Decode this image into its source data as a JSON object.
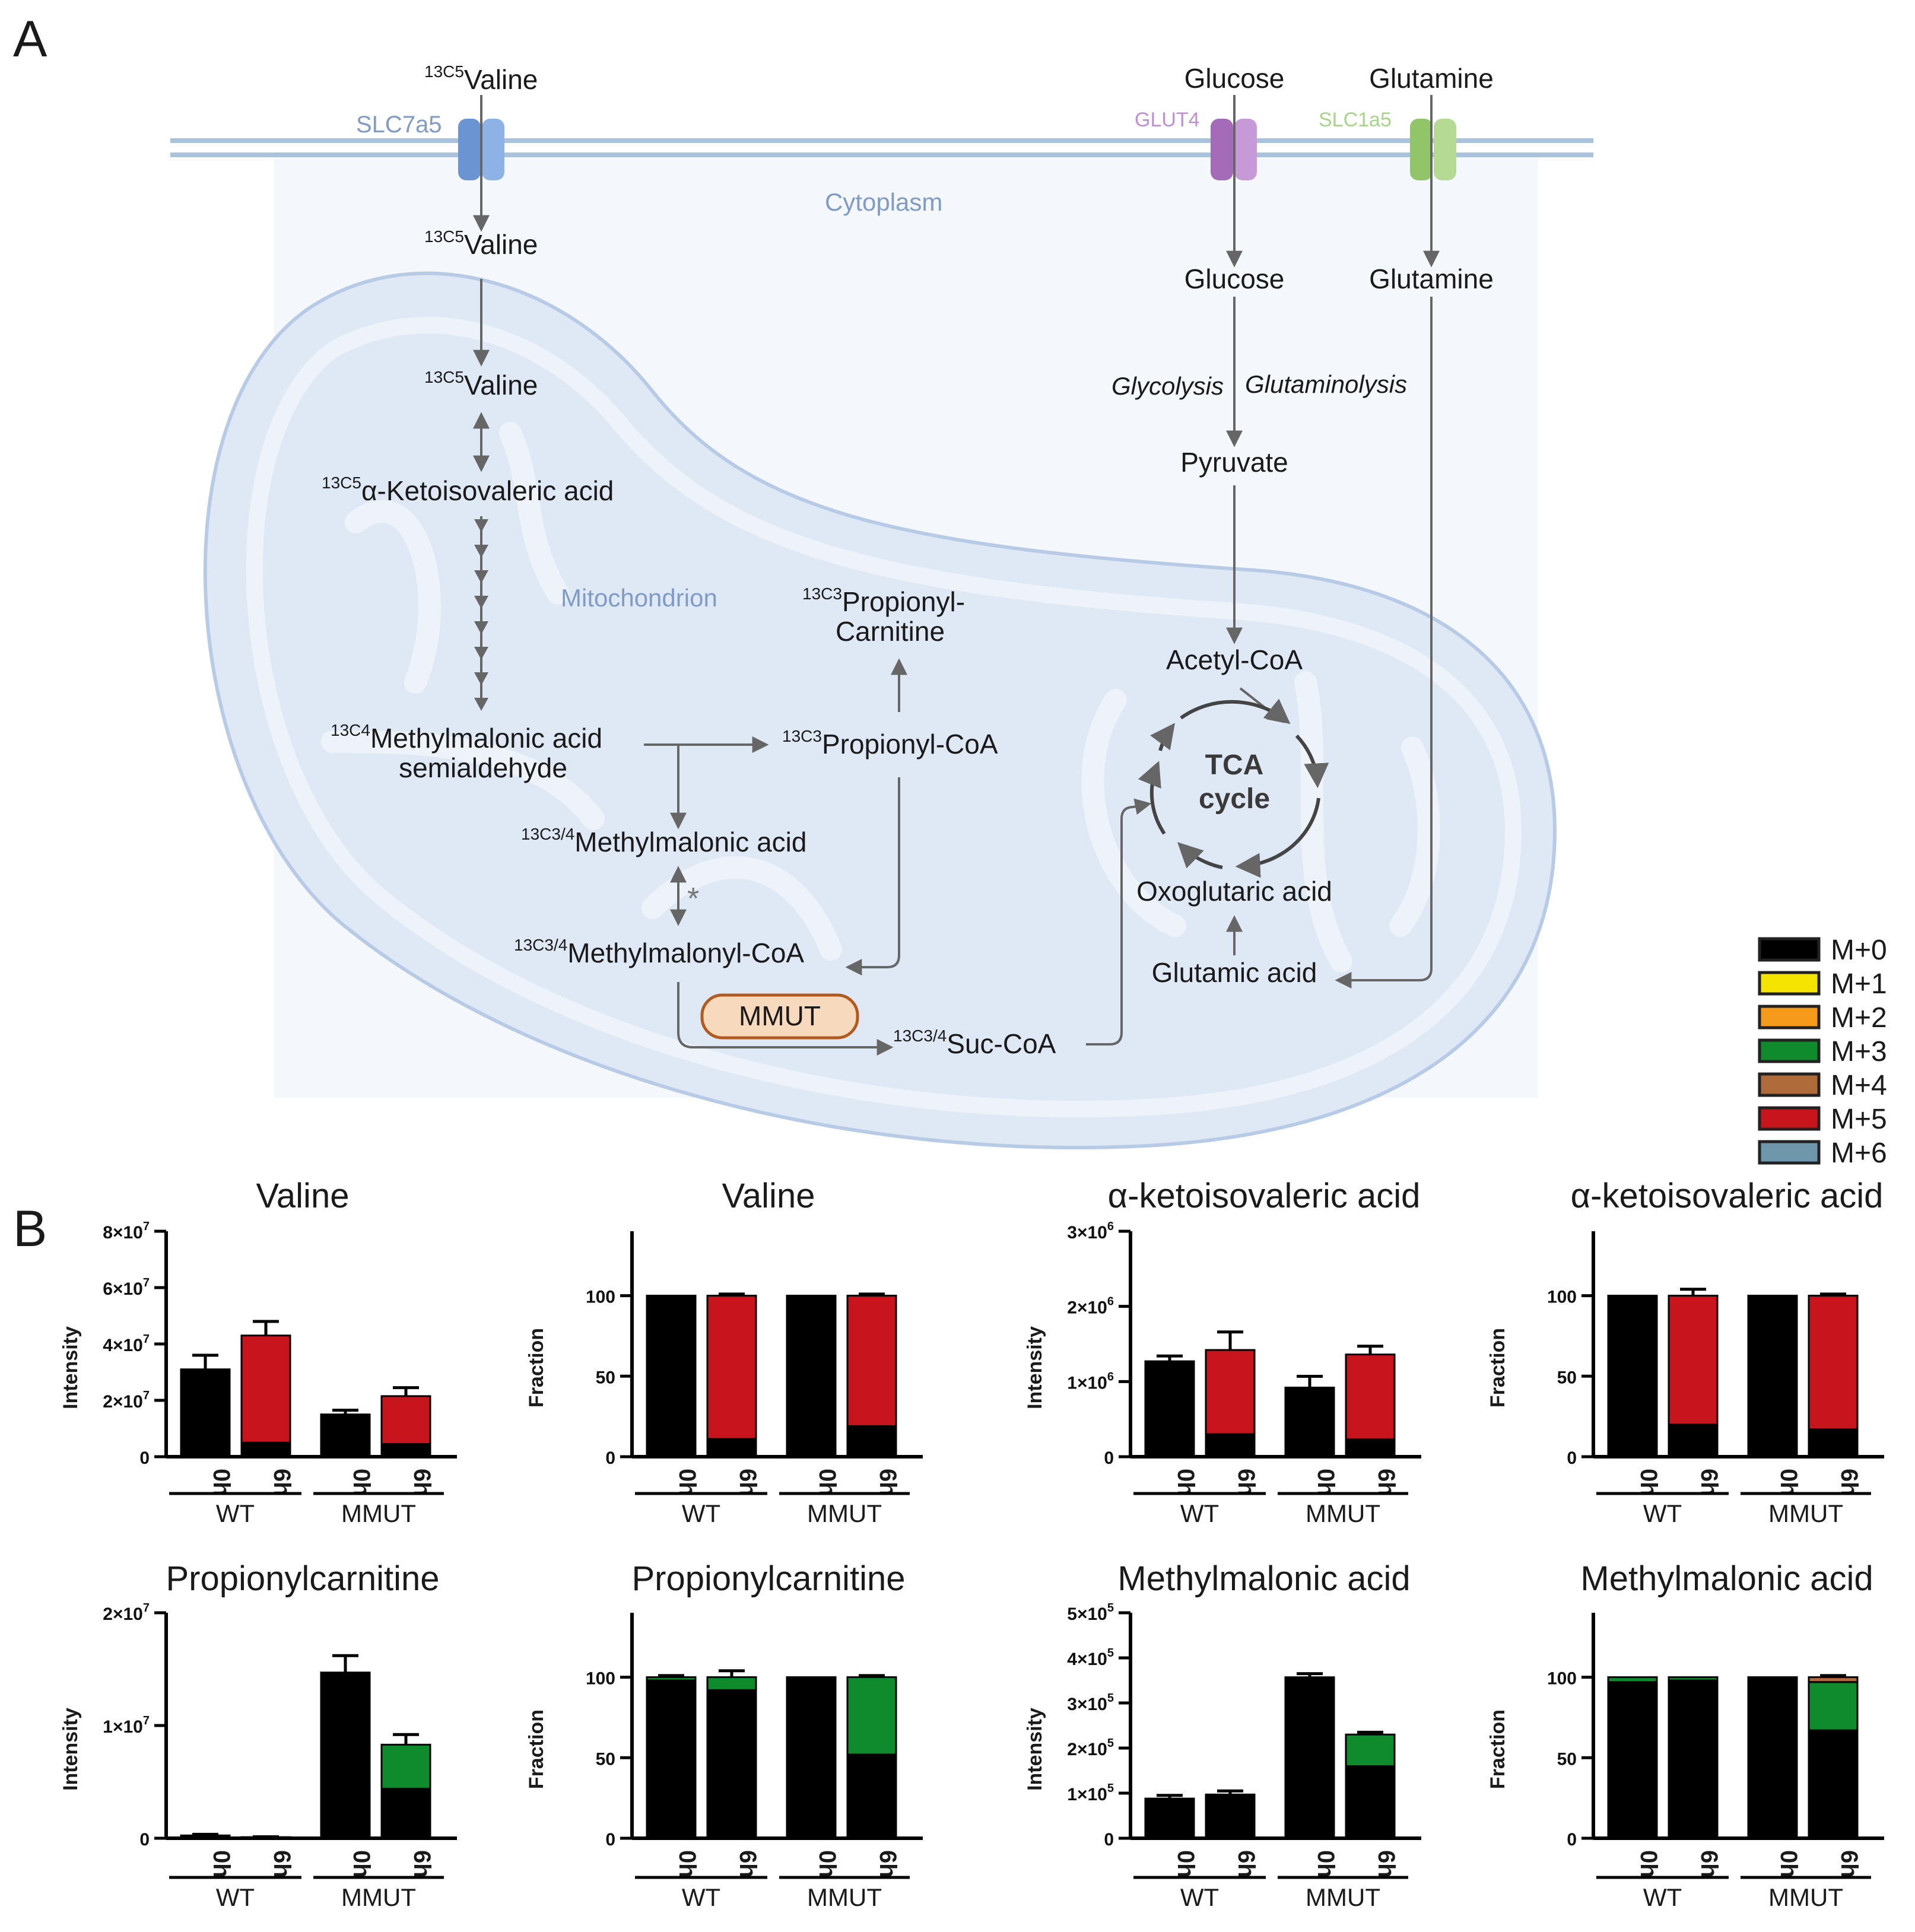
{
  "panels": {
    "a": "A",
    "b": "B"
  },
  "pathway": {
    "compartments": {
      "cytoplasm": "Cytoplasm",
      "mitochondrion": "Mitochondrion"
    },
    "transporters": {
      "slc7a5": "SLC7a5",
      "glut4": "GLUT4",
      "slc1a5": "SLC1a5"
    },
    "nodes": {
      "valine_out": {
        "sup": "13C5",
        "name": "Valine"
      },
      "valine_cyto": {
        "sup": "13C5",
        "name": "Valine"
      },
      "valine_mito": {
        "sup": "13C5",
        "name": "Valine"
      },
      "kiv": {
        "sup": "13C5",
        "name": "α-Ketoisovaleric acid"
      },
      "mmsa_line1": {
        "sup": "13C4",
        "name": "Methylmalonic acid"
      },
      "mmsa_line2": "semialdehyde",
      "mma": {
        "sup": "13C3/4",
        "name": "Methylmalonic acid"
      },
      "mmcoa": {
        "sup": "13C3/4",
        "name": "Methylmalonyl-CoA"
      },
      "succoa": {
        "sup": "13C3/4",
        "name": "Suc-CoA"
      },
      "propcoa": {
        "sup": "13C3",
        "name": "Propionyl-CoA"
      },
      "propcarn_line1": {
        "sup": "13C3",
        "name": "Propionyl-"
      },
      "propcarn_line2": "Carnitine",
      "glucose_out": "Glucose",
      "glutamine_out": "Glutamine",
      "glucose_in": "Glucose",
      "glutamine_in": "Glutamine",
      "glycolysis": "Glycolysis",
      "glutaminolysis": "Glutaminolysis",
      "pyruvate": "Pyruvate",
      "acetylcoa": "Acetyl-CoA",
      "tca_line1": "TCA",
      "tca_line2": "cycle",
      "oxoglutaric": "Oxoglutaric acid",
      "glutamic": "Glutamic acid",
      "mmut": "MMUT",
      "star": "*"
    }
  },
  "legend": [
    {
      "label": "M+0",
      "color": "#000000"
    },
    {
      "label": "M+1",
      "color": "#f5e400"
    },
    {
      "label": "M+2",
      "color": "#f59a1a"
    },
    {
      "label": "M+3",
      "color": "#0f8a2d"
    },
    {
      "label": "M+4",
      "color": "#b06b3a"
    },
    {
      "label": "M+5",
      "color": "#c8141c"
    },
    {
      "label": "M+6",
      "color": "#6e97ac"
    }
  ],
  "groups": [
    "WT",
    "MMUT"
  ],
  "timepoints": [
    "0h",
    "6h"
  ],
  "chart_data": [
    {
      "type": "bar",
      "title": "Valine",
      "ylabel": "Intensity",
      "ylim": [
        0,
        80000000
      ],
      "ticks": [
        {
          "v": 0,
          "t": "0"
        },
        {
          "v": 20000000,
          "t": "2×10",
          "e": "7"
        },
        {
          "v": 40000000,
          "t": "4×10",
          "e": "7"
        },
        {
          "v": 60000000,
          "t": "6×10",
          "e": "7"
        },
        {
          "v": 80000000,
          "t": "8×10",
          "e": "7"
        }
      ],
      "categories": [
        "WT 0h",
        "WT 6h",
        "MMUT 0h",
        "MMUT 6h"
      ],
      "series": [
        {
          "name": "M+0",
          "values": [
            31000000,
            5000000,
            15000000,
            4500000
          ],
          "errors": [
            5000000,
            1000000,
            1500000,
            800000
          ]
        },
        {
          "name": "M+5",
          "values": [
            0,
            38000000,
            0,
            17000000
          ],
          "errors": [
            0,
            5000000,
            0,
            3000000
          ]
        }
      ]
    },
    {
      "type": "bar",
      "title": "Valine",
      "ylabel": "Fraction",
      "ylim": [
        0,
        140
      ],
      "ticks": [
        {
          "v": 0,
          "t": "0"
        },
        {
          "v": 50,
          "t": "50"
        },
        {
          "v": 100,
          "t": "100"
        }
      ],
      "categories": [
        "WT 0h",
        "WT 6h",
        "MMUT 0h",
        "MMUT 6h"
      ],
      "series": [
        {
          "name": "M+0",
          "values": [
            100,
            11,
            100,
            19
          ],
          "errors": [
            0,
            1,
            0,
            1
          ]
        },
        {
          "name": "M+5",
          "values": [
            0,
            89,
            0,
            81
          ],
          "errors": [
            0,
            1,
            0,
            1
          ]
        }
      ]
    },
    {
      "type": "bar",
      "title": "α-ketoisovaleric acid",
      "ylabel": "Intensity",
      "ylim": [
        0,
        3000000
      ],
      "ticks": [
        {
          "v": 0,
          "t": "0"
        },
        {
          "v": 1000000,
          "t": "1×10",
          "e": "6"
        },
        {
          "v": 2000000,
          "t": "2×10",
          "e": "6"
        },
        {
          "v": 3000000,
          "t": "3×10",
          "e": "6"
        }
      ],
      "categories": [
        "WT 0h",
        "WT 6h",
        "MMUT 0h",
        "MMUT 6h"
      ],
      "series": [
        {
          "name": "M+0",
          "values": [
            1270000,
            300000,
            920000,
            230000
          ],
          "errors": [
            70000,
            20000,
            150000,
            20000
          ]
        },
        {
          "name": "M+5",
          "values": [
            0,
            1120000,
            0,
            1130000
          ],
          "errors": [
            0,
            240000,
            0,
            110000
          ]
        }
      ]
    },
    {
      "type": "bar",
      "title": "α-ketoisovaleric acid",
      "ylabel": "Fraction",
      "ylim": [
        0,
        140
      ],
      "ticks": [
        {
          "v": 0,
          "t": "0"
        },
        {
          "v": 50,
          "t": "50"
        },
        {
          "v": 100,
          "t": "100"
        }
      ],
      "categories": [
        "WT 0h",
        "WT 6h",
        "MMUT 0h",
        "MMUT 6h"
      ],
      "series": [
        {
          "name": "M+0",
          "values": [
            100,
            20,
            100,
            17
          ],
          "errors": [
            0,
            4,
            0,
            1
          ]
        },
        {
          "name": "M+5",
          "values": [
            0,
            80,
            0,
            83
          ],
          "errors": [
            0,
            4,
            0,
            1
          ]
        }
      ]
    },
    {
      "type": "bar",
      "title": "Propionylcarnitine",
      "ylabel": "Intensity",
      "ylim": [
        0,
        20000000
      ],
      "ticks": [
        {
          "v": 0,
          "t": "0"
        },
        {
          "v": 10000000,
          "t": "1×10",
          "e": "7"
        },
        {
          "v": 20000000,
          "t": "2×10",
          "e": "7"
        }
      ],
      "categories": [
        "WT 0h",
        "WT 6h",
        "MMUT 0h",
        "MMUT 6h"
      ],
      "series": [
        {
          "name": "M+0",
          "values": [
            250000,
            100000,
            14700000,
            4400000
          ],
          "errors": [
            100000,
            30000,
            1500000,
            900000
          ]
        },
        {
          "name": "M+3",
          "values": [
            0,
            0,
            0,
            3900000
          ],
          "errors": [
            0,
            0,
            0,
            900000
          ]
        }
      ]
    },
    {
      "type": "bar",
      "title": "Propionylcarnitine",
      "ylabel": "Fraction",
      "ylim": [
        0,
        140
      ],
      "ticks": [
        {
          "v": 0,
          "t": "0"
        },
        {
          "v": 50,
          "t": "50"
        },
        {
          "v": 100,
          "t": "100"
        }
      ],
      "categories": [
        "WT 0h",
        "WT 6h",
        "MMUT 0h",
        "MMUT 6h"
      ],
      "series": [
        {
          "name": "M+0",
          "values": [
            98,
            92,
            100,
            52
          ],
          "errors": [
            1,
            4,
            0,
            1
          ]
        },
        {
          "name": "M+3",
          "values": [
            2,
            8,
            0,
            48
          ],
          "errors": [
            1,
            4,
            0,
            1
          ]
        }
      ]
    },
    {
      "type": "bar",
      "title": "Methylmalonic acid",
      "ylabel": "Intensity",
      "ylim": [
        0,
        500000
      ],
      "ticks": [
        {
          "v": 0,
          "t": "0"
        },
        {
          "v": 100000,
          "t": "1×10",
          "e": "5"
        },
        {
          "v": 200000,
          "t": "2×10",
          "e": "5"
        },
        {
          "v": 300000,
          "t": "3×10",
          "e": "5"
        },
        {
          "v": 400000,
          "t": "4×10",
          "e": "5"
        },
        {
          "v": 500000,
          "t": "5×10",
          "e": "5"
        }
      ],
      "categories": [
        "WT 0h",
        "WT 6h",
        "MMUT 0h",
        "MMUT 6h"
      ],
      "series": [
        {
          "name": "M+0",
          "values": [
            88000,
            97000,
            357000,
            160000
          ],
          "errors": [
            7000,
            8000,
            8000,
            13000
          ]
        },
        {
          "name": "M+3",
          "values": [
            0,
            0,
            0,
            70000
          ],
          "errors": [
            0,
            0,
            0,
            5000
          ]
        }
      ]
    },
    {
      "type": "bar",
      "title": "Methylmalonic acid",
      "ylabel": "Fraction",
      "ylim": [
        0,
        140
      ],
      "ticks": [
        {
          "v": 0,
          "t": "0"
        },
        {
          "v": 50,
          "t": "50"
        },
        {
          "v": 100,
          "t": "100"
        }
      ],
      "categories": [
        "WT 0h",
        "WT 6h",
        "MMUT 0h",
        "MMUT 6h"
      ],
      "series": [
        {
          "name": "M+0",
          "values": [
            97,
            98,
            99,
            67
          ],
          "errors": [
            1,
            1,
            0,
            2
          ]
        },
        {
          "name": "M+3",
          "values": [
            3,
            2,
            1,
            30
          ],
          "errors": [
            0,
            0,
            0,
            2
          ]
        },
        {
          "name": "M+4",
          "values": [
            0,
            0,
            0,
            3
          ],
          "errors": [
            0,
            0,
            0,
            1
          ]
        }
      ]
    }
  ]
}
